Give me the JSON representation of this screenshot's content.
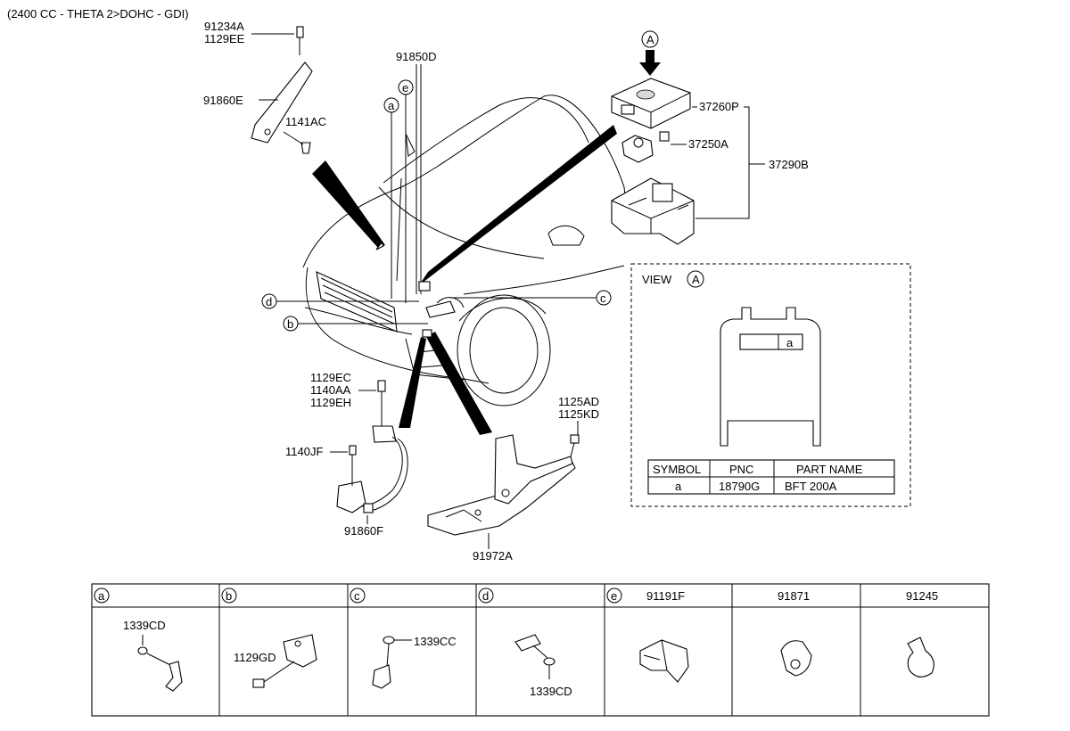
{
  "header": {
    "engine_note": "(2400 CC - THETA 2>DOHC - GDI)"
  },
  "callouts": {
    "bolt_top_1": "91234A",
    "bolt_top_2": "1129EE",
    "bracket_left": "91860E",
    "bolt_left": "1141AC",
    "wire_center": "91850D",
    "circle_a": "a",
    "circle_e": "e",
    "circle_d": "d",
    "circle_b": "b",
    "circle_c": "c",
    "circle_A": "A",
    "module_top": "37260P",
    "module_mid": "37250A",
    "module_assy": "37290B",
    "bolt_low_1": "1129EC",
    "bolt_low_2": "1140AA",
    "bolt_low_3": "1129EH",
    "bolt_low_4": "1140JF",
    "bracket_low": "91860F",
    "bolt_right_1": "1125AD",
    "bolt_right_2": "1125KD",
    "bracket_right": "91972A"
  },
  "view_box": {
    "title": "VIEW",
    "ref": "A",
    "label_cell": "a",
    "table": {
      "headers": [
        "SYMBOL",
        "PNC",
        "PART NAME"
      ],
      "rows": [
        [
          "a",
          "18790G",
          "BFT 200A"
        ]
      ]
    }
  },
  "parts_table": {
    "columns": [
      {
        "symbol": "a",
        "header": "",
        "labels": [
          "1339CD"
        ]
      },
      {
        "symbol": "b",
        "header": "",
        "labels": [
          "1129GD"
        ]
      },
      {
        "symbol": "c",
        "header": "",
        "labels": [
          "1339CC"
        ]
      },
      {
        "symbol": "d",
        "header": "",
        "labels": [
          "1339CD"
        ]
      },
      {
        "symbol": "e",
        "header": "91191F",
        "labels": []
      },
      {
        "symbol": "",
        "header": "91871",
        "labels": []
      },
      {
        "symbol": "",
        "header": "91245",
        "labels": []
      }
    ]
  }
}
